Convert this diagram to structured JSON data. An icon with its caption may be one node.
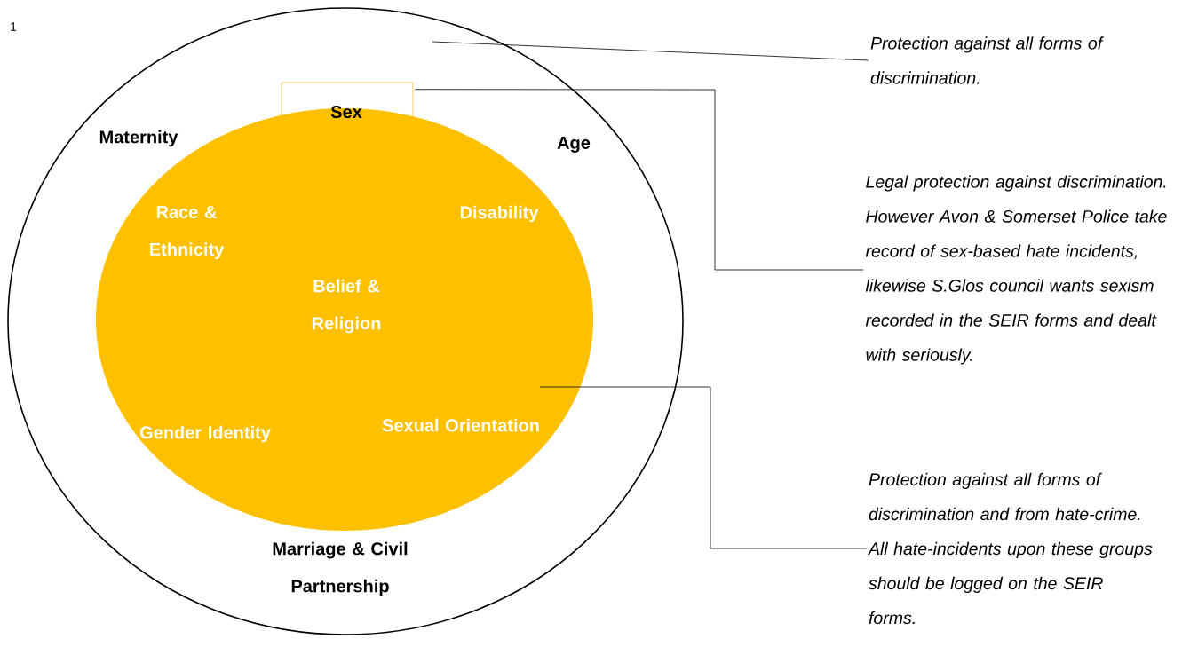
{
  "diagram": {
    "nodes": [
      {
        "text": [
          "Maternity",
          "Age",
          "Marriage & Civil Partnership"
        ]
      },
      {
        "text": [
          "Sex"
        ],
        "in": 0
      },
      {
        "text": [
          "Race & Ethnicity",
          "Disability",
          "Belief & Religion",
          "Gender Identity",
          "Sexual Orientation"
        ],
        "in": 0
      },
      {
        "text": [
          "Protection against all forms of discrimination."
        ]
      },
      {
        "text": [
          "Legal protection against discrimination. However Avon & Somerset Police take record of sex-based hate incidents, likewise S.Glos  council wants sexism recorded in the SEIR forms and dealt with seriously."
        ]
      },
      {
        "text": [
          "Protection against all forms of discrimination and from hate-crime. All hate-incidents upon these groups should be logged on the SEIR forms."
        ]
      }
    ],
    "edges": [
      {
        "from": 0,
        "to": 3,
        "arrow": "none"
      },
      {
        "from": 1,
        "to": 4,
        "arrow": "none"
      },
      {
        "from": 2,
        "to": 5,
        "arrow": "none"
      }
    ],
    "labels": [
      "1"
    ]
  }
}
